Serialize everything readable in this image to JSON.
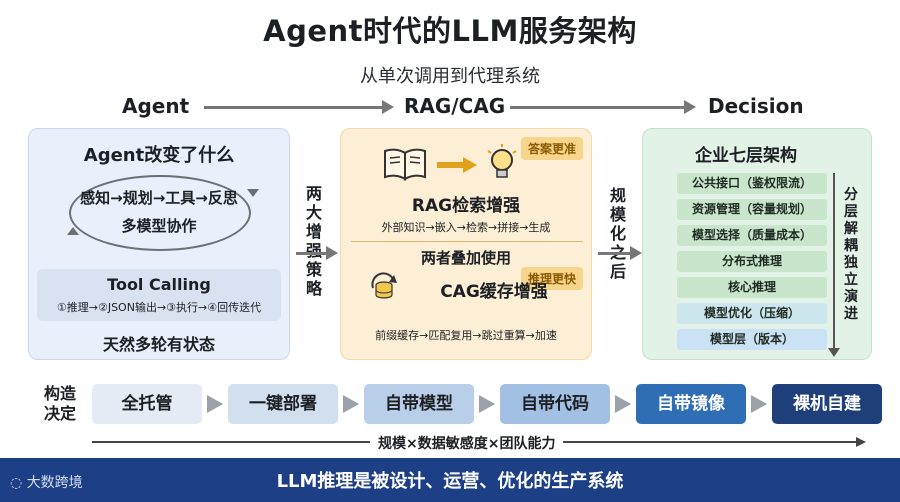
{
  "title": "Agent时代的LLM服务架构",
  "subtitle": "从单次调用到代理系统",
  "stages": [
    "Agent",
    "RAG/CAG",
    "Decision"
  ],
  "agent_panel": {
    "heading": "Agent改变了什么",
    "cycle_line1": "感知→规划→工具→反思",
    "cycle_line2": "多模型协作",
    "tool_title": "Tool Calling",
    "tool_steps": "①推理→②JSON输出→③执行→④回传迭代",
    "footer": "天然多轮有状态"
  },
  "connector_left": "两大增强策略",
  "connector_right": "规模化之后",
  "rag_panel": {
    "badge_top": "答案更准",
    "rag_title": "RAG检索增强",
    "rag_steps": "外部知识→嵌入→检索→拼接→生成",
    "combined": "两者叠加使用",
    "badge_bottom": "推理更快",
    "cag_title": "CAG缓存增强",
    "cag_steps": "前缀缓存→匹配复用→跳过重算→加速"
  },
  "decision_panel": {
    "heading": "企业七层架构",
    "layers": [
      {
        "label": "公共接口（鉴权限流）",
        "color": "#c9e6cd"
      },
      {
        "label": "资源管理（容量规划）",
        "color": "#c9e6cd"
      },
      {
        "label": "模型选择（质量成本）",
        "color": "#c9e6cd"
      },
      {
        "label": "分布式推理",
        "color": "#c9e6cd"
      },
      {
        "label": "核心推理",
        "color": "#c9e6cd"
      },
      {
        "label": "模型优化（压缩）",
        "color": "#cde6ee"
      },
      {
        "label": "模型层（版本）",
        "color": "#cbe1f4"
      }
    ],
    "side_text": "分层解耦独立演进"
  },
  "bottom_flow": {
    "label": "构造决定",
    "steps": [
      {
        "label": "全托管",
        "bg": "#e4ebf4",
        "fg": "#1c1f24"
      },
      {
        "label": "一键部署",
        "bg": "#d2dfef",
        "fg": "#1c1f24"
      },
      {
        "label": "自带模型",
        "bg": "#b9cfe9",
        "fg": "#1c1f24"
      },
      {
        "label": "自带代码",
        "bg": "#a2c0e3",
        "fg": "#1c1f24"
      },
      {
        "label": "自带镜像",
        "bg": "#2f6db5",
        "fg": "#ffffff"
      },
      {
        "label": "裸机自建",
        "bg": "#1f3f7a",
        "fg": "#ffffff"
      }
    ],
    "axis_label": "规模×数据敏感度×团队能力"
  },
  "footer": {
    "logo": "大数跨境",
    "banner": "LLM推理是被设计、运营、优化的生产系统"
  }
}
